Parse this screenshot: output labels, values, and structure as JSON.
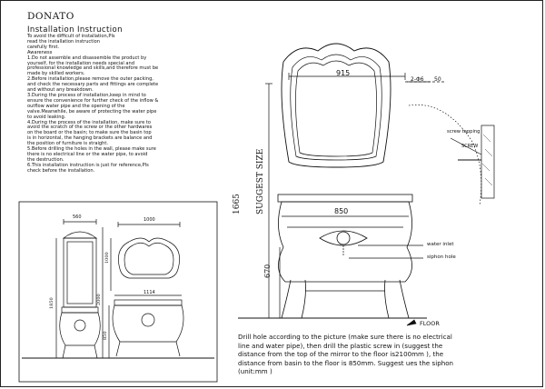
{
  "title": "DONATO",
  "subtitle": "Installation Instruction",
  "intro": [
    "To avoid the difficult of installation,Pls",
    "read the installation instruction",
    "carefully first.",
    "Awareness",
    "1.Do not assemble and disassemble the product by",
    "yourself, for the installation needs special and",
    "professional knowledge and skills,and therefore must be",
    "made by skilled workers.",
    "2.Before installation,please remove the outer packing,",
    "and check the necessary parts and fittings are complete",
    "and without any breakdown.",
    "3.During the process of installation,keep in mind to",
    "ensure the convenience for further check of the inflow &",
    "outflow water pipe and the opening of the",
    "valve.Meanwhile, be aware of protecting the water pipe",
    "to avoid leaking.",
    "4.During the process of the installation, make sure to",
    "avoid the scratch of the screw or the other hardwares",
    "on the board or the basin; to make sure the basin top",
    "is in horizontal, the hanging brackets are balance and",
    "the position of furniture is straight.",
    "5.Before drilling the holes in the wall, please make sure",
    "there is no electrical line or the water pipe, to avoid",
    "the destruction.",
    "6.This installation instruction is just for reference,Pls",
    "check before the installation."
  ],
  "dims": {
    "mirror_width": "915",
    "mirror_depth": "2-Φ6",
    "mirror_depth2": "50",
    "suggest_size": "SUGGEST SIZE",
    "height_total": "1665",
    "basin_width": "850",
    "basin_height": "670",
    "small_cab_w": "560",
    "small_mirror_w": "1000",
    "small_mirror_h": "1000",
    "small_total_h": "2000",
    "small_cab_h": "1850",
    "small_basin_w": "1114",
    "small_basin_h": "850"
  },
  "labels": {
    "screw_tapping": "screw tapping",
    "screw": "SCREW",
    "water_inlet": "water inlet",
    "siphon_hole": "siphon hole",
    "floor": "FLOOR"
  },
  "note": "Drill hole according to the picture (make sure there is no electrical line and water pipe), then drill the plastic screw in (suggest the distance from the top of the mirror to the floor is2100mm ), the distance from basin to the floor is 850mm. Suggest ues the siphon (unit:mm )"
}
